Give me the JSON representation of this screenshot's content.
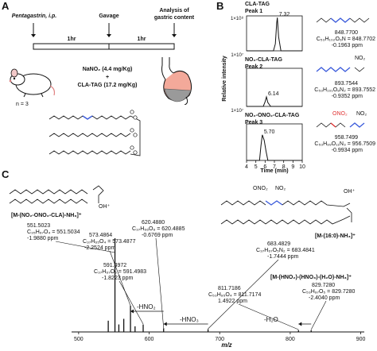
{
  "panel_a": {
    "label": "A",
    "step_pentagastrin": "Pentagastrin, i.p.",
    "step_gavage": "Gavage",
    "step_analysis_1": "Analysis of",
    "step_analysis_2": "gastric content",
    "interval_1": "1hr",
    "interval_2": "1hr",
    "dose_nano2": "NaNO₂ (4.4 mg/Kg)",
    "plus": "+",
    "dose_cla_tag": "CLA-TAG (17.2 mg/Kg)",
    "n_label": "n = 3"
  },
  "panel_b": {
    "label": "B",
    "ylabel": "Relative intensity",
    "xlabel": "Time (min)",
    "x_ticks": [
      "4",
      "5",
      "6",
      "7",
      "8",
      "9",
      "10"
    ],
    "traces": [
      {
        "title_1": "CLA-TAG",
        "title_2": "Peak 1",
        "ymax": "1×10⁸",
        "peak_label": "7.32",
        "mass_obs": "848.7700",
        "formula": "C₅₃H₁₀₂O₆N = 848.7702",
        "ppm": "-0.1963 ppm"
      },
      {
        "title_1": "NO₂-CLA-TAG",
        "title_2": "Peak 2",
        "ymax": "1×10⁷",
        "peak_label": "6.14",
        "mass_obs": "893.7544",
        "formula": "C₅₃H₁₀₁O₈N₂ = 893.7552",
        "ppm": "-0.9352 ppm"
      },
      {
        "title_1": "NO₂-ONO₂-CLA-TAG",
        "title_2": "Peak 3",
        "ymax": "1×10⁷",
        "peak_label": "5.70",
        "mass_obs": "958.7499",
        "formula": "C₅₃H₉₉O₁₁N₃ = 956.7509",
        "ppm": "-0.9934 ppm"
      }
    ],
    "struct_no2": "NO₂",
    "struct_ono2": "ONO₂"
  },
  "panel_c": {
    "label": "C",
    "xlabel": "m/z",
    "x_ticks": [
      "500",
      "600",
      "700",
      "800",
      "900"
    ],
    "frag1_title": "[M-(NO₂-ONO₂-CLA)-NH₃]⁺",
    "frag1_oh": "OH⁺",
    "frag2_title": "[M-(16:0)-NH₃]⁺",
    "frag2_oh": "OH⁺",
    "frag2_no2a": "NO₂",
    "frag2_no2b": "ONO₂",
    "ann_551": [
      "551.5023",
      "C₃₅H₆₇O₄ = 551.5034",
      "-1.9880 ppm"
    ],
    "ann_573": [
      "573.4864",
      "C₃₇H₆₅O₄ = 573.4877",
      "-2.2524 ppm"
    ],
    "ann_591": [
      "591.4972",
      "C₃₇H₆₇O₅ = 591.4983",
      "-1.8223 ppm"
    ],
    "ann_620": [
      "620.4880",
      "C₃₇H₆₆O₆ = 620.4885",
      "-0.6769 ppm"
    ],
    "ann_683": [
      "683.4829",
      "C₃₇H₆₇O₅N₂ = 683.4841",
      "-1.7444 ppm"
    ],
    "ann_811": [
      "811.7186",
      "C₅₃H₉₅O₄ = 811.7174",
      "1.4922 ppm"
    ],
    "frag3_title": "[M-(HNO₂)-(HNO₃)-(H₂O)-NH₃]⁺",
    "ann_829": [
      "829.7280",
      "C₅₃H₉₇O₅ = 829.7280",
      "-2.4040 ppm"
    ],
    "loss_hno2": "-HNO₂",
    "loss_hno3": "-HNO₃",
    "loss_h2o": "-H₂O"
  },
  "chart_data": [
    {
      "type": "line",
      "xlabel": "Time (min)",
      "ylabel": "Relative intensity",
      "xlim": [
        4,
        10
      ],
      "series": [
        {
          "name": "CLA-TAG Peak 1",
          "ymax": "1e8",
          "x": [
            4,
            6.9,
            7.1,
            7.25,
            7.32,
            7.45,
            7.7,
            10
          ],
          "y": [
            0,
            0,
            0.2,
            0.8,
            0.95,
            0.4,
            0,
            0
          ]
        },
        {
          "name": "NO2-CLA-TAG Peak 2",
          "ymax": "1e7",
          "x": [
            4,
            5.8,
            6.0,
            6.14,
            6.3,
            6.6,
            10
          ],
          "y": [
            0,
            0,
            0.12,
            0.25,
            0.1,
            0,
            0
          ]
        },
        {
          "name": "NO2-ONO2-CLA-TAG Peak 3",
          "ymax": "1e7",
          "x": [
            4,
            5.4,
            5.55,
            5.7,
            5.9,
            6.1,
            6.3,
            10
          ],
          "y": [
            0,
            0,
            0.4,
            0.7,
            0.55,
            0.25,
            0,
            0
          ]
        }
      ]
    },
    {
      "type": "bar",
      "xlabel": "m/z",
      "xlim": [
        490,
        905
      ],
      "x": [
        542,
        551.5,
        557,
        564,
        573.5,
        580,
        591.5,
        620.5,
        683.5,
        811.7,
        829.7
      ],
      "values": [
        12,
        100,
        8,
        14,
        28,
        6,
        8,
        4,
        3,
        2,
        2
      ]
    }
  ]
}
